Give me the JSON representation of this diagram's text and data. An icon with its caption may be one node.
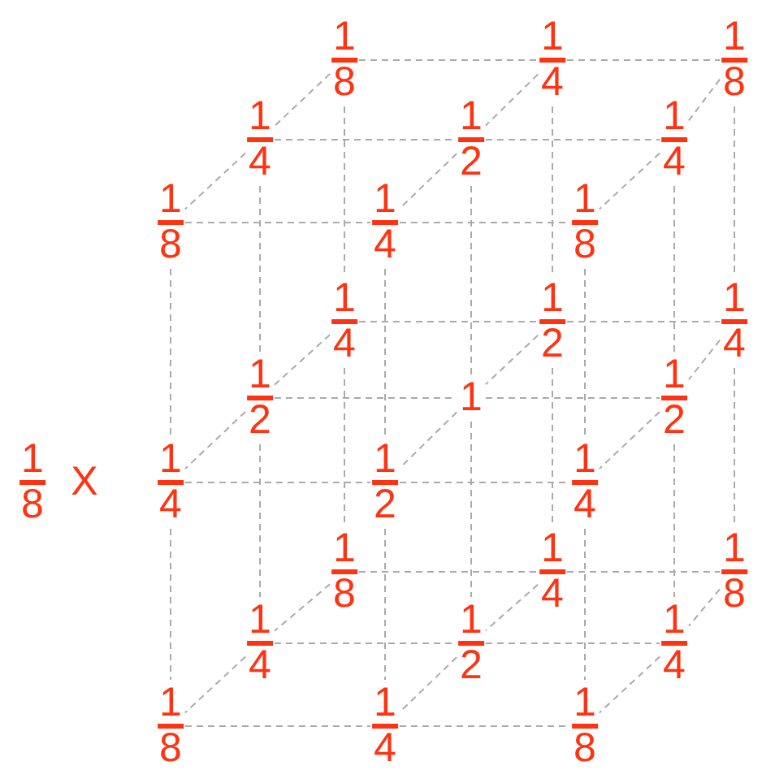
{
  "diagram": {
    "nodes": [
      {
        "text": [
          "1 8"
        ]
      },
      {
        "text": [
          "1 4"
        ]
      },
      {
        "text": [
          "1 8"
        ]
      },
      {
        "text": [
          "1 4"
        ]
      },
      {
        "text": [
          "1 2"
        ]
      },
      {
        "text": [
          "1 4"
        ]
      },
      {
        "text": [
          "1 8"
        ]
      },
      {
        "text": [
          "1 4"
        ]
      },
      {
        "text": [
          "1 8"
        ]
      },
      {
        "text": [
          "1 4"
        ]
      },
      {
        "text": [
          "1 2"
        ]
      },
      {
        "text": [
          "1 4"
        ]
      },
      {
        "text": [
          "1 2"
        ]
      },
      {
        "text": [
          "1"
        ]
      },
      {
        "text": [
          "1 2"
        ]
      },
      {
        "text": [
          "1 4"
        ]
      },
      {
        "text": [
          "1 2"
        ]
      },
      {
        "text": [
          "1 4"
        ]
      },
      {
        "text": [
          "1 8"
        ]
      },
      {
        "text": [
          "1 4"
        ]
      },
      {
        "text": [
          "1 8"
        ]
      },
      {
        "text": [
          "1 4"
        ]
      },
      {
        "text": [
          "1 2"
        ]
      },
      {
        "text": [
          "1 4"
        ]
      },
      {
        "text": [
          "1 8"
        ]
      },
      {
        "text": [
          "1 4"
        ]
      },
      {
        "text": [
          "1 8"
        ]
      }
    ],
    "edges": [
      {
        "from": 0,
        "to": 1,
        "arrow": "none",
        "style": "dashed"
      },
      {
        "from": 1,
        "to": 2,
        "arrow": "none",
        "style": "dashed"
      },
      {
        "from": 3,
        "to": 4,
        "arrow": "none",
        "style": "dashed"
      },
      {
        "from": 4,
        "to": 5,
        "arrow": "none",
        "style": "dashed"
      },
      {
        "from": 6,
        "to": 7,
        "arrow": "none",
        "style": "dashed"
      },
      {
        "from": 7,
        "to": 8,
        "arrow": "none",
        "style": "dashed"
      },
      {
        "from": 0,
        "to": 3,
        "arrow": "none",
        "style": "dashed"
      },
      {
        "from": 3,
        "to": 6,
        "arrow": "none",
        "style": "dashed"
      },
      {
        "from": 1,
        "to": 4,
        "arrow": "none",
        "style": "dashed"
      },
      {
        "from": 4,
        "to": 7,
        "arrow": "none",
        "style": "dashed"
      },
      {
        "from": 2,
        "to": 5,
        "arrow": "none",
        "style": "dashed"
      },
      {
        "from": 5,
        "to": 8,
        "arrow": "none",
        "style": "dashed"
      },
      {
        "from": 9,
        "to": 10,
        "arrow": "none",
        "style": "dashed"
      },
      {
        "from": 10,
        "to": 11,
        "arrow": "none",
        "style": "dashed"
      },
      {
        "from": 12,
        "to": 13,
        "arrow": "none",
        "style": "dashed"
      },
      {
        "from": 13,
        "to": 14,
        "arrow": "none",
        "style": "dashed"
      },
      {
        "from": 15,
        "to": 16,
        "arrow": "none",
        "style": "dashed"
      },
      {
        "from": 16,
        "to": 17,
        "arrow": "none",
        "style": "dashed"
      },
      {
        "from": 9,
        "to": 12,
        "arrow": "none",
        "style": "dashed"
      },
      {
        "from": 12,
        "to": 15,
        "arrow": "none",
        "style": "dashed"
      },
      {
        "from": 10,
        "to": 13,
        "arrow": "none",
        "style": "dashed"
      },
      {
        "from": 13,
        "to": 16,
        "arrow": "none",
        "style": "dashed"
      },
      {
        "from": 11,
        "to": 14,
        "arrow": "none",
        "style": "dashed"
      },
      {
        "from": 14,
        "to": 17,
        "arrow": "none",
        "style": "dashed"
      },
      {
        "from": 18,
        "to": 19,
        "arrow": "none",
        "style": "dashed"
      },
      {
        "from": 19,
        "to": 20,
        "arrow": "none",
        "style": "dashed"
      },
      {
        "from": 21,
        "to": 22,
        "arrow": "none",
        "style": "dashed"
      },
      {
        "from": 22,
        "to": 23,
        "arrow": "none",
        "style": "dashed"
      },
      {
        "from": 24,
        "to": 25,
        "arrow": "none",
        "style": "dashed"
      },
      {
        "from": 25,
        "to": 26,
        "arrow": "none",
        "style": "dashed"
      },
      {
        "from": 18,
        "to": 21,
        "arrow": "none",
        "style": "dashed"
      },
      {
        "from": 21,
        "to": 24,
        "arrow": "none",
        "style": "dashed"
      },
      {
        "from": 19,
        "to": 22,
        "arrow": "none",
        "style": "dashed"
      },
      {
        "from": 22,
        "to": 25,
        "arrow": "none",
        "style": "dashed"
      },
      {
        "from": 20,
        "to": 23,
        "arrow": "none",
        "style": "dashed"
      },
      {
        "from": 23,
        "to": 26,
        "arrow": "none",
        "style": "dashed"
      },
      {
        "from": 0,
        "to": 9,
        "arrow": "none",
        "style": "dashed"
      },
      {
        "from": 1,
        "to": 10,
        "arrow": "none",
        "style": "dashed"
      },
      {
        "from": 2,
        "to": 11,
        "arrow": "none",
        "style": "dashed"
      },
      {
        "from": 3,
        "to": 12,
        "arrow": "none",
        "style": "dashed"
      },
      {
        "from": 4,
        "to": 13,
        "arrow": "none",
        "style": "dashed"
      },
      {
        "from": 5,
        "to": 14,
        "arrow": "none",
        "style": "dashed"
      },
      {
        "from": 6,
        "to": 15,
        "arrow": "none",
        "style": "dashed"
      },
      {
        "from": 7,
        "to": 16,
        "arrow": "none",
        "style": "dashed"
      },
      {
        "from": 8,
        "to": 17,
        "arrow": "none",
        "style": "dashed"
      },
      {
        "from": 9,
        "to": 18,
        "arrow": "none",
        "style": "dashed"
      },
      {
        "from": 10,
        "to": 19,
        "arrow": "none",
        "style": "dashed"
      },
      {
        "from": 11,
        "to": 20,
        "arrow": "none",
        "style": "dashed"
      },
      {
        "from": 12,
        "to": 21,
        "arrow": "none",
        "style": "dashed"
      },
      {
        "from": 13,
        "to": 22,
        "arrow": "none",
        "style": "dashed"
      },
      {
        "from": 14,
        "to": 23,
        "arrow": "none",
        "style": "dashed"
      },
      {
        "from": 15,
        "to": 24,
        "arrow": "none",
        "style": "dashed"
      },
      {
        "from": 16,
        "to": 25,
        "arrow": "none",
        "style": "dashed"
      },
      {
        "from": 17,
        "to": 26,
        "arrow": "none",
        "style": "dashed"
      }
    ],
    "labels": [
      "1 8",
      "X"
    ]
  }
}
